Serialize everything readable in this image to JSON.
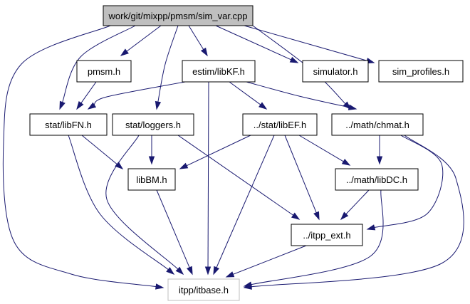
{
  "graph": {
    "colors": {
      "edge": "#191970",
      "root_fill": "#bfbfbf",
      "node_fill": "#ffffff",
      "border": "#000000",
      "muted_border": "#bfbfbf"
    },
    "nodes": [
      {
        "id": "sim_var",
        "label": "work/git/mixpp/pmsm/sim_var.cpp",
        "style": "root"
      },
      {
        "id": "pmsm",
        "label": "pmsm.h",
        "style": "normal"
      },
      {
        "id": "estim",
        "label": "estim/libKF.h",
        "style": "normal"
      },
      {
        "id": "simulator",
        "label": "simulator.h",
        "style": "normal"
      },
      {
        "id": "sim_profiles",
        "label": "sim_profiles.h",
        "style": "normal"
      },
      {
        "id": "libfn",
        "label": "stat/libFN.h",
        "style": "normal"
      },
      {
        "id": "loggers",
        "label": "stat/loggers.h",
        "style": "normal"
      },
      {
        "id": "libef",
        "label": "../stat/libEF.h",
        "style": "normal"
      },
      {
        "id": "chmat",
        "label": "../math/chmat.h",
        "style": "normal"
      },
      {
        "id": "libbm",
        "label": "libBM.h",
        "style": "normal"
      },
      {
        "id": "libdc",
        "label": "../math/libDC.h",
        "style": "normal"
      },
      {
        "id": "itpp_ext",
        "label": "../itpp_ext.h",
        "style": "normal"
      },
      {
        "id": "itbase",
        "label": "itpp/itbase.h",
        "style": "muted"
      }
    ],
    "edges": [
      {
        "from": "sim_var",
        "to": "pmsm"
      },
      {
        "from": "sim_var",
        "to": "estim"
      },
      {
        "from": "sim_var",
        "to": "simulator"
      },
      {
        "from": "sim_var",
        "to": "sim_profiles"
      },
      {
        "from": "sim_var",
        "to": "libfn"
      },
      {
        "from": "sim_var",
        "to": "loggers"
      },
      {
        "from": "sim_var",
        "to": "chmat"
      },
      {
        "from": "sim_var",
        "to": "itbase"
      },
      {
        "from": "pmsm",
        "to": "libfn"
      },
      {
        "from": "estim",
        "to": "libfn"
      },
      {
        "from": "estim",
        "to": "libef"
      },
      {
        "from": "estim",
        "to": "chmat"
      },
      {
        "from": "estim",
        "to": "itbase"
      },
      {
        "from": "libfn",
        "to": "libbm"
      },
      {
        "from": "libfn",
        "to": "itbase"
      },
      {
        "from": "loggers",
        "to": "libbm"
      },
      {
        "from": "loggers",
        "to": "itpp_ext"
      },
      {
        "from": "loggers",
        "to": "itbase"
      },
      {
        "from": "libef",
        "to": "libbm"
      },
      {
        "from": "libef",
        "to": "libdc"
      },
      {
        "from": "libef",
        "to": "itpp_ext"
      },
      {
        "from": "libef",
        "to": "itbase"
      },
      {
        "from": "chmat",
        "to": "libdc"
      },
      {
        "from": "chmat",
        "to": "itpp_ext"
      },
      {
        "from": "chmat",
        "to": "itbase"
      },
      {
        "from": "libbm",
        "to": "itbase"
      },
      {
        "from": "libdc",
        "to": "itpp_ext"
      },
      {
        "from": "libdc",
        "to": "itbase"
      },
      {
        "from": "itpp_ext",
        "to": "itbase"
      }
    ]
  }
}
